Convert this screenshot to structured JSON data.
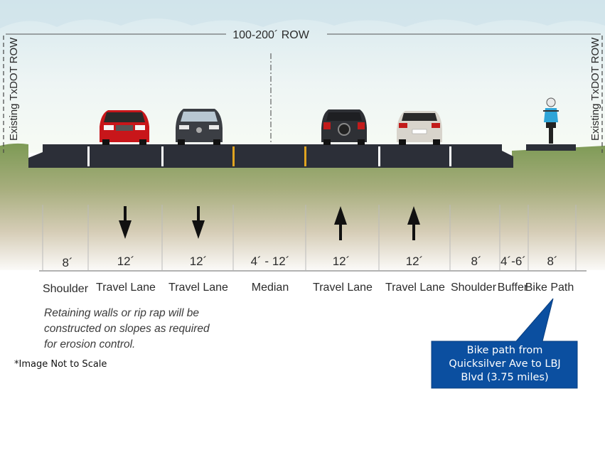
{
  "row_label": "100-200´ ROW",
  "side_label_left": "Existing TxDOT ROW",
  "side_label_right": "Existing TxDOT ROW",
  "segments": [
    {
      "width": "8´",
      "label": "Shoulder"
    },
    {
      "width": "12´",
      "label": "Travel Lane"
    },
    {
      "width": "12´",
      "label": "Travel Lane"
    },
    {
      "width": "4´ - 12´",
      "label": "Median"
    },
    {
      "width": "12´",
      "label": "Travel Lane"
    },
    {
      "width": "12´",
      "label": "Travel Lane"
    },
    {
      "width": "8´",
      "label": "Shoulder"
    },
    {
      "width": "4´-6´",
      "label": "Buffer"
    },
    {
      "width": "8´",
      "label": "Bike Path"
    }
  ],
  "note_lines": [
    "Retaining walls or rip rap will be",
    "constructed on slopes as required",
    "for erosion control."
  ],
  "scale_note": "*Image Not to Scale",
  "callout": {
    "lines": [
      "Bike path from",
      "Quicksilver Ave to LBJ",
      "Blvd (3.75 miles)"
    ],
    "color": "#0b4fa0"
  },
  "colors": {
    "pavement": "#2c2f38",
    "lane_stripe": "#ffffff",
    "median_stripe": "#e0a420",
    "ground": "#7f9a57",
    "sky_top": "#dcebf0"
  }
}
